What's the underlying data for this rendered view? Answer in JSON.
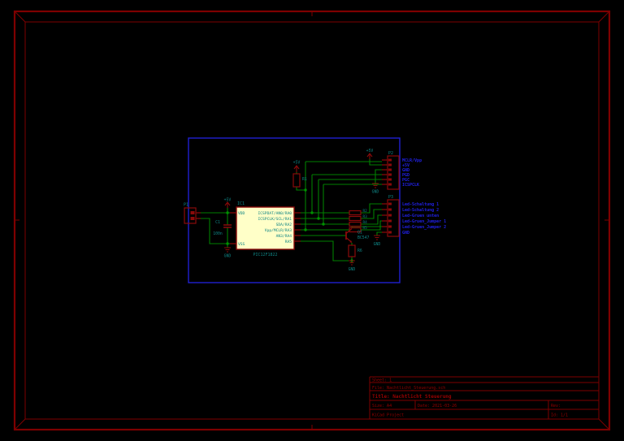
{
  "title_block": {
    "sheet": "Sheet: 1",
    "file": "File: Nachtlicht_Steuerung.sch",
    "title": "Title: Nachtlicht Steuerung",
    "size": "Size: A4",
    "date": "Date: 2021-03-26",
    "rev": "Rev:",
    "company": "KiCad Project",
    "id": "Id: 1/1"
  },
  "sheet": {
    "ic": {
      "refdes": "IC1",
      "part": "PIC12F1822",
      "pin_vdd": "VDD",
      "pin_vss": "VSS",
      "right_pins": [
        "ICSPDAT/AN0/RA0",
        "ICSPCLK/SCL/RA1",
        "SDA/RA2",
        "Vpp/MCLR/RA3",
        "AN3/RA4",
        "RA5"
      ]
    },
    "p1": {
      "refdes": "P1"
    },
    "p2": {
      "refdes": "P2",
      "net_labels": [
        "MCLR/Vpp",
        "+5V",
        "GND",
        "PGD",
        "PGC",
        "ICSPCLK"
      ]
    },
    "p3": {
      "refdes": "P3",
      "net_labels": [
        "Led-Schaltung 1",
        "Led-Schaltung 2",
        "Led-Gruen unten",
        "Led-Gruen_Jumper 1",
        "Led-Gruen_Jumper 2",
        "GND"
      ]
    },
    "c1": {
      "refdes": "C1",
      "value": "100n"
    },
    "r1": {
      "refdes": "R1"
    },
    "r2": {
      "refdes": "R2"
    },
    "r3": {
      "refdes": "R3"
    },
    "r4": {
      "refdes": "R4"
    },
    "r5": {
      "refdes": "R5"
    },
    "r6": {
      "refdes": "R6"
    },
    "q1": {
      "refdes": "Q1",
      "value": "BC547"
    },
    "power": {
      "plus5v": "+5V",
      "gnd": "GND"
    }
  },
  "colors": {
    "background": "#000000",
    "frame_red": "#8a0000",
    "wire_green": "#008000",
    "component_red": "#8a0a0a",
    "label_teal": "#0f8585",
    "net_blue": "#2121e6",
    "sheet_blue": "#2020d0",
    "ic_fill": "#ffffc8"
  }
}
